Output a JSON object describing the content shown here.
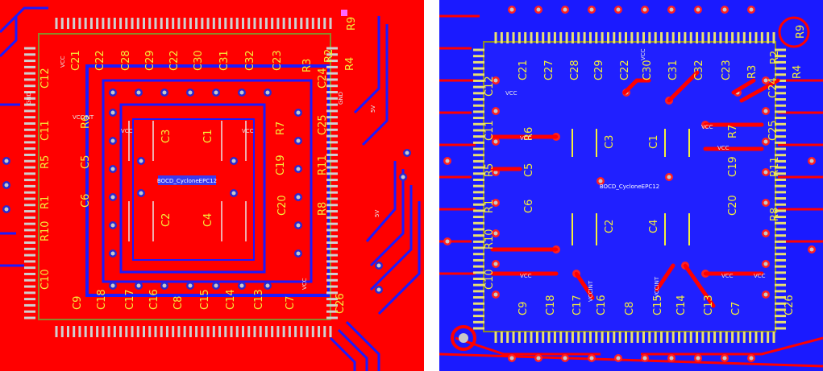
{
  "left": {
    "chip_label": "BOCD_CycloneEPC12",
    "labels": [
      {
        "t": "C21"
      },
      {
        "t": "C22"
      },
      {
        "t": "C28"
      },
      {
        "t": "C29"
      },
      {
        "t": "C22"
      },
      {
        "t": "C30"
      },
      {
        "t": "C31"
      },
      {
        "t": "C32"
      },
      {
        "t": "C23"
      },
      {
        "t": "R3"
      },
      {
        "t": "R2"
      },
      {
        "t": "R4"
      },
      {
        "t": "R9"
      },
      {
        "t": "C24"
      },
      {
        "t": "C25"
      },
      {
        "t": "R7"
      },
      {
        "t": "C19"
      },
      {
        "t": "R11"
      },
      {
        "t": "C20"
      },
      {
        "t": "R8"
      },
      {
        "t": "C26"
      },
      {
        "t": "C7"
      },
      {
        "t": "C13"
      },
      {
        "t": "C14"
      },
      {
        "t": "C15"
      },
      {
        "t": "C8"
      },
      {
        "t": "C16"
      },
      {
        "t": "C17"
      },
      {
        "t": "C18"
      },
      {
        "t": "C9"
      },
      {
        "t": "C10"
      },
      {
        "t": "R10"
      },
      {
        "t": "R5"
      },
      {
        "t": "R1"
      },
      {
        "t": "C11"
      },
      {
        "t": "C12"
      },
      {
        "t": "R6"
      },
      {
        "t": "C5"
      },
      {
        "t": "C6"
      },
      {
        "t": "C3"
      },
      {
        "t": "C1"
      },
      {
        "t": "C2"
      },
      {
        "t": "C4"
      }
    ],
    "small": [
      "VCC",
      "VCC",
      "VCCINT",
      "GND",
      "GND",
      "VCC",
      "VCC",
      "5V",
      "5V"
    ]
  },
  "right": {
    "chip_label": "BOCD_CycloneEPC12",
    "labels": [
      {
        "t": "C21"
      },
      {
        "t": "C27"
      },
      {
        "t": "C28"
      },
      {
        "t": "C29"
      },
      {
        "t": "C22"
      },
      {
        "t": "C30"
      },
      {
        "t": "C31"
      },
      {
        "t": "C32"
      },
      {
        "t": "C23"
      },
      {
        "t": "R3"
      },
      {
        "t": "R2"
      },
      {
        "t": "R4"
      },
      {
        "t": "R9"
      },
      {
        "t": "C24"
      },
      {
        "t": "C25"
      },
      {
        "t": "R7"
      },
      {
        "t": "C19"
      },
      {
        "t": "R11"
      },
      {
        "t": "C20"
      },
      {
        "t": "R8"
      },
      {
        "t": "C26"
      },
      {
        "t": "C7"
      },
      {
        "t": "C13"
      },
      {
        "t": "C14"
      },
      {
        "t": "C15"
      },
      {
        "t": "C8"
      },
      {
        "t": "C16"
      },
      {
        "t": "C17"
      },
      {
        "t": "C18"
      },
      {
        "t": "C9"
      },
      {
        "t": "C10"
      },
      {
        "t": "R10"
      },
      {
        "t": "R5"
      },
      {
        "t": "R1"
      },
      {
        "t": "C11"
      },
      {
        "t": "C12"
      },
      {
        "t": "R6"
      },
      {
        "t": "C5"
      },
      {
        "t": "C6"
      },
      {
        "t": "C3"
      },
      {
        "t": "C1"
      },
      {
        "t": "C2"
      },
      {
        "t": "C4"
      }
    ],
    "small": [
      "VCC",
      "VCC",
      "VCC",
      "VCC",
      "VCC",
      "VCC",
      "VCC",
      "VCCINT",
      "VCCINT",
      "VCC"
    ]
  },
  "colors": {
    "copper_top": "#ff0000",
    "copper_bottom": "#1a1aff",
    "pad": "#c8c8c8",
    "silk": "#f4ef3a",
    "outline": "#8a8a2a"
  }
}
